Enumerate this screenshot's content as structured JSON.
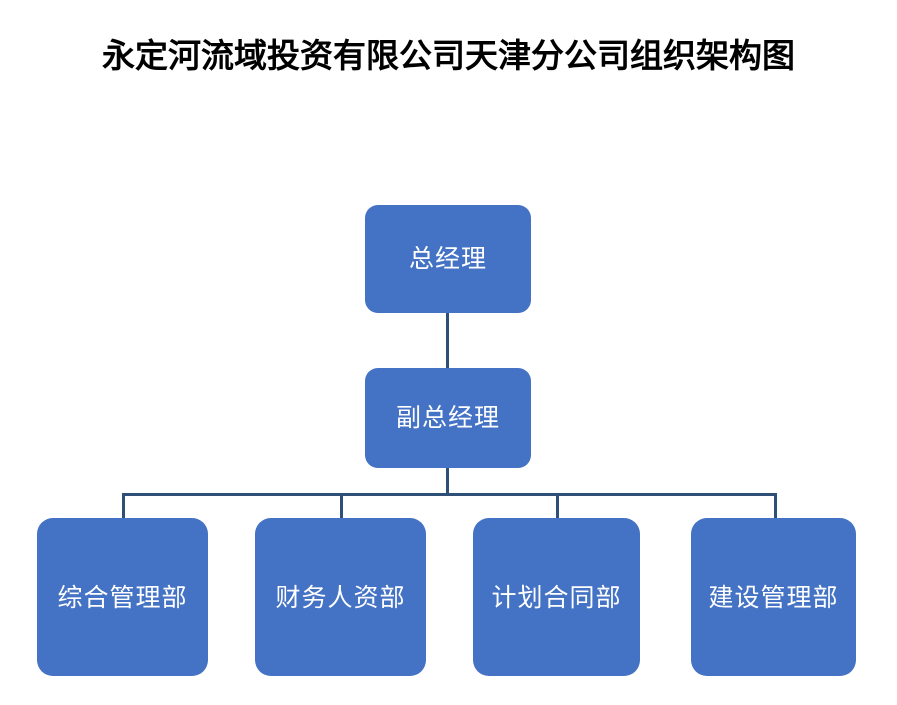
{
  "document": {
    "title": "永定河流域投资有限公司天津分公司组织架构图"
  },
  "theme": {
    "background": "#FFFFFF",
    "node_fill": "#4472C4",
    "node_text": "#FFFFFF",
    "connector": "#2E5077",
    "title_text": "#000000"
  },
  "org_chart": {
    "type": "org-chart",
    "levels": [
      {
        "level": 1,
        "nodes": [
          {
            "id": "gm",
            "label": "总经理"
          }
        ]
      },
      {
        "level": 2,
        "nodes": [
          {
            "id": "dgm",
            "label": "副总经理"
          }
        ]
      },
      {
        "level": 3,
        "nodes": [
          {
            "id": "dept-0",
            "label": "综合管理部"
          },
          {
            "id": "dept-1",
            "label": "财务人资部"
          },
          {
            "id": "dept-2",
            "label": "计划合同部"
          },
          {
            "id": "dept-3",
            "label": "建设管理部"
          }
        ]
      }
    ],
    "edges": [
      {
        "from": "gm",
        "to": "dgm"
      },
      {
        "from": "dgm",
        "to": "dept-0"
      },
      {
        "from": "dgm",
        "to": "dept-1"
      },
      {
        "from": "dgm",
        "to": "dept-2"
      },
      {
        "from": "dgm",
        "to": "dept-3"
      }
    ]
  }
}
